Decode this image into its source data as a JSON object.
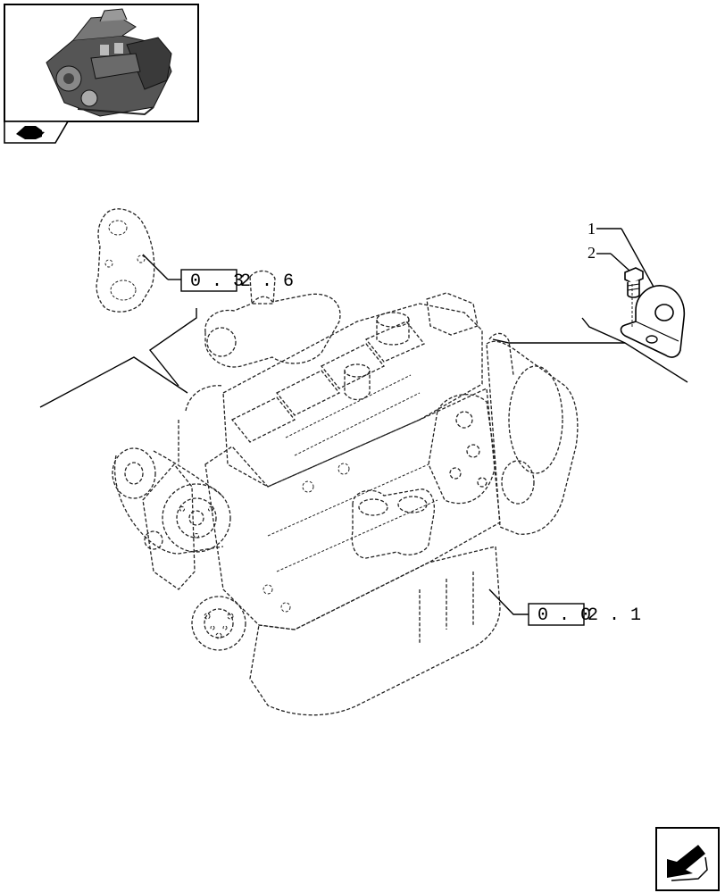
{
  "diagram": {
    "ref_boxes": [
      {
        "boxed": "0 . 3",
        "tail": "2 . 6"
      },
      {
        "boxed": "0 . 0",
        "tail": "2 . 1"
      }
    ],
    "callouts": [
      {
        "number": "1"
      },
      {
        "number": "2"
      }
    ],
    "icons": {
      "thumbnail": "engine-thumbnail-icon",
      "book": "catalog-book-icon",
      "next_page": "next-page-arrow-icon"
    }
  }
}
